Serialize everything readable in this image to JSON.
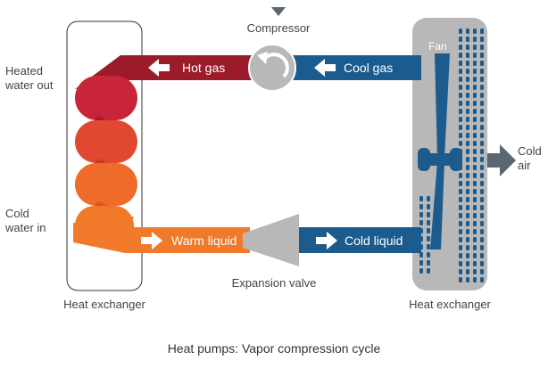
{
  "labels": {
    "compressor": "Compressor",
    "heated_water_out": [
      "Heated",
      "water out"
    ],
    "cold_water_in": [
      "Cold",
      "water in"
    ],
    "hot_gas": "Hot gas",
    "cool_gas": "Cool gas",
    "fan": "Fan",
    "cold_air": [
      "Cold",
      "air"
    ],
    "warm_liquid": "Warm liquid",
    "cold_liquid": "Cold liquid",
    "expansion_valve": "Expansion valve",
    "heat_exchanger_left": "Heat exchanger",
    "heat_exchanger_right": "Heat exchanger"
  },
  "caption": "Heat pumps: Vapor compression cycle",
  "colors": {
    "hot_pipe": "#9b1b2a",
    "cool_pipe": "#1c5b8e",
    "warm_pipe": "#f07a2a",
    "gray": "#b8b8b8",
    "dark_gray": "#5a6670",
    "coil_red": "#c9253a",
    "coil_orange_red": "#e0492f",
    "coil_orange": "#ee6b2a"
  }
}
